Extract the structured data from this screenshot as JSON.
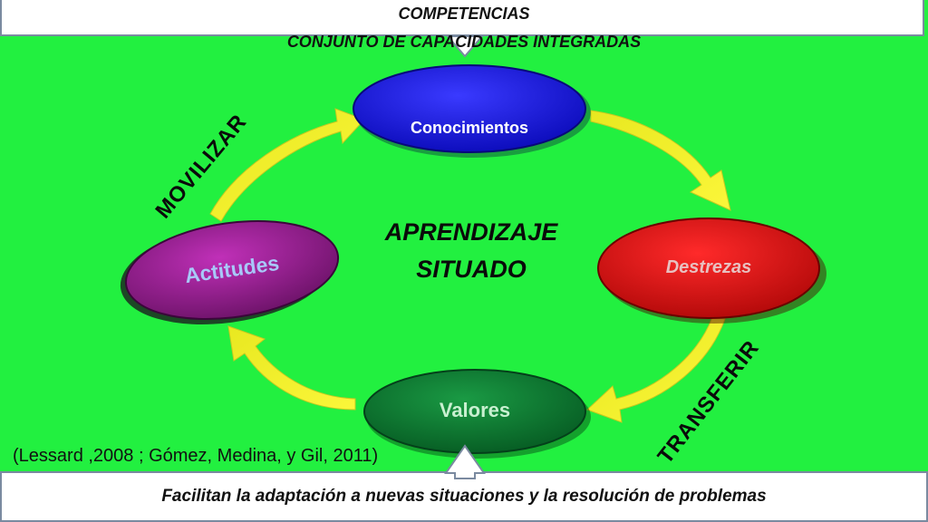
{
  "header": {
    "line1": "COMPETENCIAS",
    "line2": "CONJUNTO DE CAPACIDADES INTEGRADAS"
  },
  "center": {
    "line1": "APRENDIZAJE",
    "line2": "SITUADO"
  },
  "nodes": {
    "conocimientos": "Conocimientos",
    "destrezas": "Destrezas",
    "valores": "Valores",
    "actitudes": "Actitudes"
  },
  "labels": {
    "movilizar": "MOVILIZAR",
    "transferir": "TRANSFERIR"
  },
  "citation": "(Lessard ,2008 ; Gómez, Medina, y Gil, 2011)",
  "footer": "Facilitan la adaptación a nuevas situaciones y la resolución de problemas",
  "colors": {
    "background": "#22f040",
    "conocimientos": "#1414e6",
    "destrezas": "#e01010",
    "valores": "#0a7a30",
    "actitudes": "#a0209a",
    "arrows": "#f5f016"
  }
}
